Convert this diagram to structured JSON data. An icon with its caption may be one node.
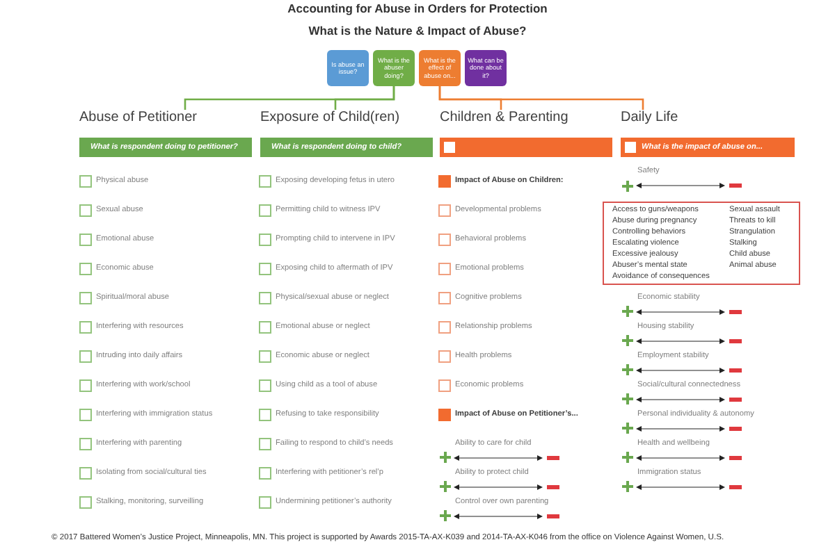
{
  "diagram": {
    "title": "Accounting for Abuse in Orders for Protection",
    "nodes": [
      {
        "text": [
          "Is abuse an issue?"
        ]
      },
      {
        "text": [
          "What is the abuser doing?"
        ]
      },
      {
        "text": [
          "What is the effect of abuse on..."
        ]
      },
      {
        "text": [
          "What can be done about it?"
        ]
      },
      {
        "text": [
          "Abuse of Petitioner"
        ]
      },
      {
        "text": [
          "Exposure of Child(ren)"
        ]
      },
      {
        "text": [
          "Children & Parenting"
        ]
      },
      {
        "text": [
          "Daily Life"
        ]
      },
      {
        "text": [
          "What is respondent doing to petitioner?"
        ]
      },
      {
        "text": [
          "What is respondent doing to child?"
        ]
      },
      {
        "text": [],
        "shape": "bar"
      },
      {
        "text": [
          "What is the impact of abuse on..."
        ]
      },
      {
        "text": [
          "Access to guns/weapons",
          "Abuse during pregnancy",
          "Controlling behaviors",
          "Escalating violence",
          "Excessive jealousy",
          "Abuser’s mental state",
          "Avoidance of consequences",
          "Sexual assault",
          "Threats to kill",
          "Strangulation",
          "Stalking",
          "Child abuse",
          "Animal abuse"
        ]
      }
    ],
    "edges": [
      {
        "from": 1,
        "to": 4,
        "arrow": "none",
        "color": "#70ad47"
      },
      {
        "from": 1,
        "to": 5,
        "arrow": "none",
        "color": "#70ad47"
      },
      {
        "from": 2,
        "to": 6,
        "arrow": "none",
        "color": "#ed7d31"
      },
      {
        "from": 2,
        "to": 7,
        "arrow": "none",
        "color": "#ed7d31"
      }
    ],
    "labels": [
      "What is the Nature & Impact of Abuse?",
      "Physical abuse",
      "Sexual abuse",
      "Emotional abuse",
      "Economic abuse",
      "Spiritual/moral abuse",
      "Interfering with resources",
      "Intruding into daily affairs",
      "Interfering with work/school",
      "Interfering with immigration status",
      "Interfering with parenting",
      "Isolating from social/cultural ties",
      "Stalking, monitoring, surveilling",
      "Exposing developing fetus in utero",
      "Permitting child to witness IPV",
      "Prompting child to intervene in IPV",
      "Exposing child to aftermath of IPV",
      "Physical/sexual abuse or neglect",
      "Emotional abuse or neglect",
      "Economic abuse or neglect",
      "Using child as a tool of abuse",
      "Refusing to take responsibility",
      "Failing to respond to child’s needs",
      "Interfering with petitioner’s rel’p",
      "Undermining petitioner’s authority",
      "Impact of Abuse on Children:",
      "Developmental problems",
      "Behavioral problems",
      "Emotional problems",
      "Cognitive problems",
      "Relationship problems",
      "Health problems",
      "Economic problems",
      "Impact of Abuse on Petitioner’s...",
      "Ability to care for child",
      "Ability to protect child",
      "Control over own parenting",
      "Safety",
      "Economic stability",
      "Housing stability",
      "Employment stability",
      "Social/cultural connectedness",
      "Personal individuality & autonomy",
      "Health and wellbeing",
      "Immigration status",
      "© 2017 Battered Women’s Justice Project, Minneapolis, MN. This project is supported by Awards 2015-TA-AX-K039 and 2014-TA-AX-K046 from the office on Violence Against Women, U.S."
    ]
  }
}
